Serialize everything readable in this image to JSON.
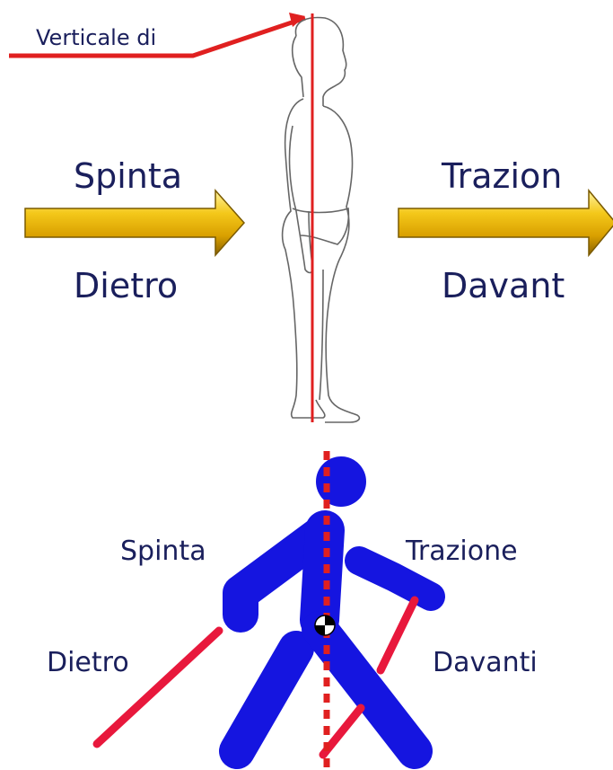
{
  "top": {
    "vertical_label": "Verticale di",
    "left_top": "Spinta",
    "left_bottom": "Dietro",
    "right_top": "Trazion",
    "right_bottom": "Davant"
  },
  "bottom": {
    "left_top": "Spinta",
    "left_bottom": "Dietro",
    "right_top": "Trazione",
    "right_bottom": "Davanti"
  },
  "colors": {
    "text": "#1a1f5c",
    "red_line": "#e02020",
    "arrow_gold": "#e6b800",
    "walker_blue": "#1515e0",
    "pole_red": "#e8183c"
  }
}
